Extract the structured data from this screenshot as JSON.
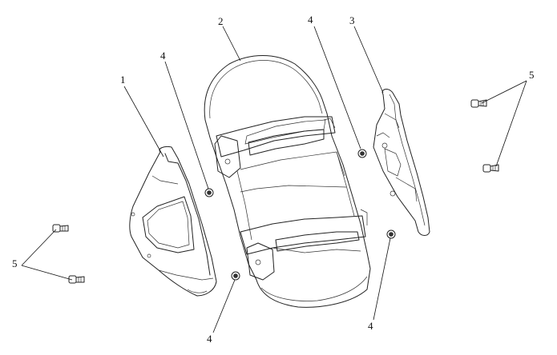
{
  "diagram": {
    "callouts": {
      "left_guard": "1",
      "center_fender": "2",
      "right_bracket": "3",
      "nut_upper_left": "4",
      "nut_upper_right": "4",
      "nut_lower_left": "4",
      "nut_lower_right": "4",
      "bolts_right": "5",
      "bolts_left": "5"
    },
    "line_color": "#222222",
    "background": "#ffffff"
  }
}
